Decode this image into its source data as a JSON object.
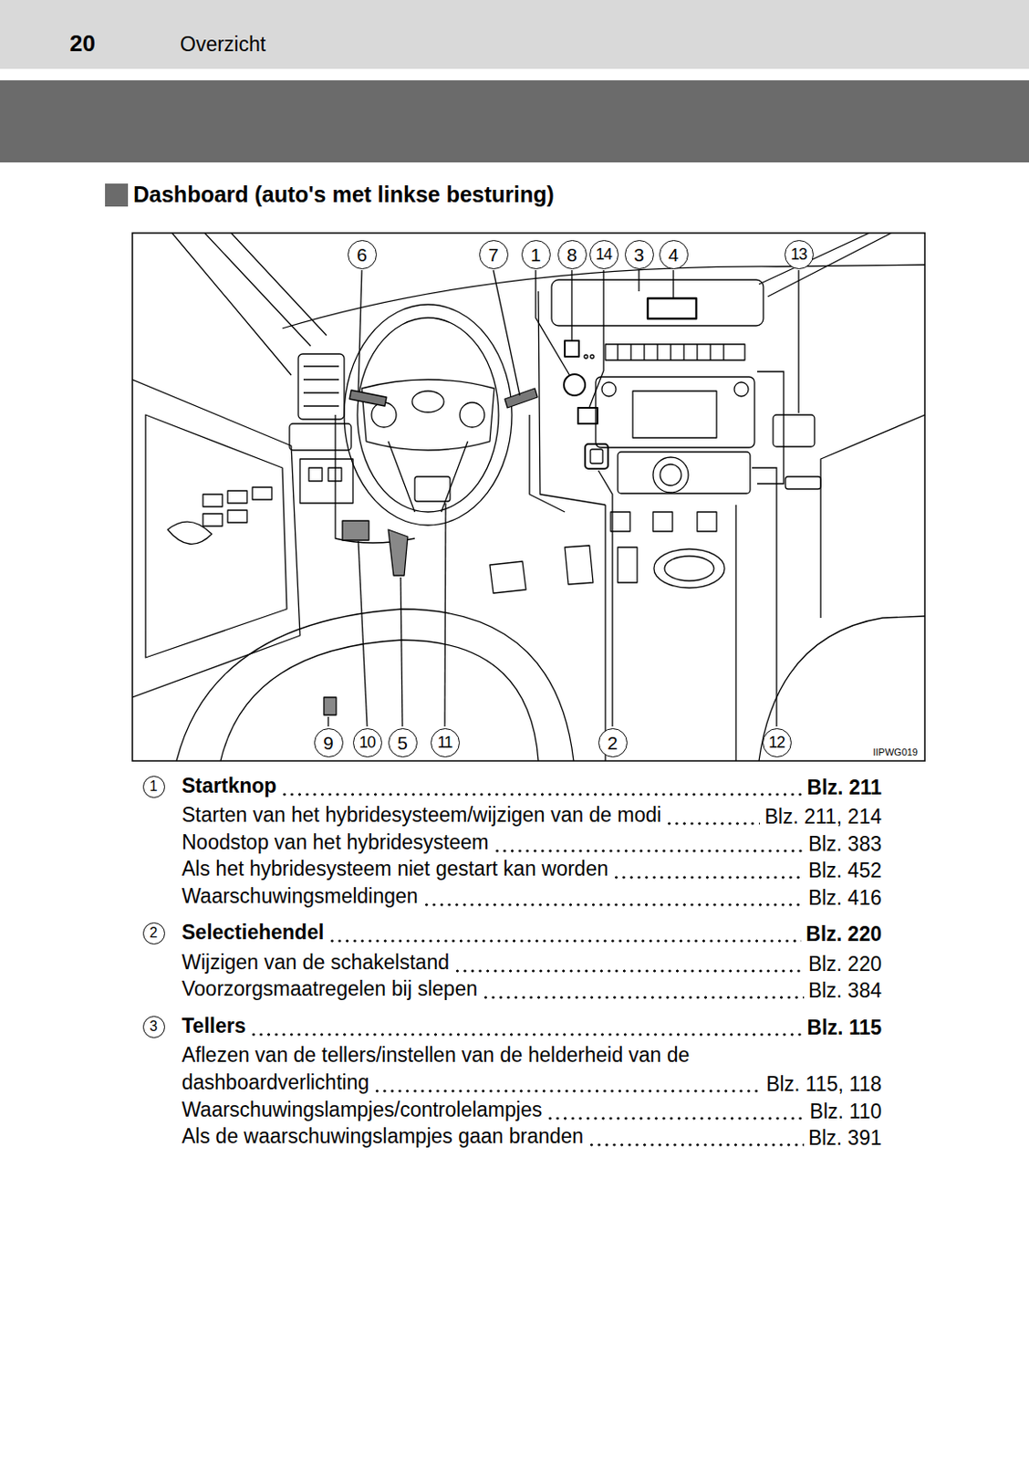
{
  "diagram": {
    "title": "Dashboard (auto's met linkse besturing)",
    "nodes": [
      {
        "text": [
          "20",
          "Overzicht"
        ]
      },
      {
        "text": [
          "6"
        ]
      },
      {
        "text": [
          "7"
        ]
      },
      {
        "text": [
          "1"
        ]
      },
      {
        "text": [
          "8"
        ]
      },
      {
        "text": [
          "14"
        ]
      },
      {
        "text": [
          "3"
        ]
      },
      {
        "text": [
          "4"
        ]
      },
      {
        "text": [
          "13"
        ]
      },
      {
        "text": [
          "9"
        ]
      },
      {
        "text": [
          "10"
        ]
      },
      {
        "text": [
          "5"
        ]
      },
      {
        "text": [
          "11"
        ]
      },
      {
        "text": [
          "2"
        ]
      },
      {
        "text": [
          "12"
        ]
      },
      {
        "text": [
          "1"
        ]
      },
      {
        "text": [
          "2"
        ]
      },
      {
        "text": [
          "3"
        ]
      }
    ],
    "labels": [
      "Startknop",
      "Blz. 211",
      "Starten van het hybridesysteem/wijzigen van de modi",
      "Blz. 211, 214",
      "Noodstop van het hybridesysteem",
      "Blz. 383",
      "Als het hybridesysteem niet gestart kan worden",
      "Blz. 452",
      "Waarschuwingsmeldingen",
      "Blz. 416",
      "Selectiehendel",
      "Blz. 220",
      "Wijzigen van de schakelstand",
      "Blz. 220",
      "Voorzorgsmaatregelen bij slepen",
      "Blz. 384",
      "Tellers",
      "Blz. 115",
      "Aflezen van de tellers/instellen van de helderheid van de dashboardverlichting",
      "Blz. 115, 118",
      "Waarschuwingslampjes/controlelampjes",
      "Blz. 110",
      "Als de waarschuwingslampjes gaan branden",
      "Blz. 391",
      "IIPWG019"
    ]
  }
}
